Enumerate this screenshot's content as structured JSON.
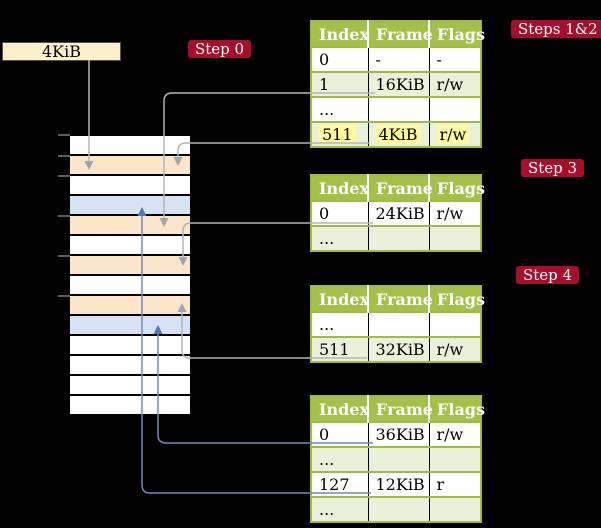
{
  "colors": {
    "background": "#000000",
    "table_header_bg": "#A3C14A",
    "table_border": "#9FBB40",
    "table_row_tint": "#EBF0DB",
    "highlight_yellow": "#FEF99E",
    "badge_red": "#A60E2B",
    "frame_box_cream": "#FBF0CE",
    "memory_pagetable_orange": "#FCE5C9",
    "memory_data_blue": "#D7E3F4",
    "connector_gray": "#B3B6B9",
    "connector_blue": "#6B8CC0"
  },
  "frame_box": {
    "label": "4KiB"
  },
  "badges": [
    {
      "id": "step0",
      "label": "Step 0"
    },
    {
      "id": "steps12",
      "label": "Steps 1&2"
    },
    {
      "id": "step3",
      "label": "Step 3"
    },
    {
      "id": "step4",
      "label": "Step 4"
    }
  ],
  "tables": [
    {
      "name": "page-directory-table",
      "headers": [
        "Index",
        "Frame",
        "Flags"
      ],
      "rows": [
        {
          "cells": [
            "0",
            "-",
            "-"
          ],
          "tint": false,
          "highlight": false
        },
        {
          "cells": [
            "1",
            "16KiB",
            "r/w"
          ],
          "tint": true,
          "highlight": false
        },
        {
          "cells": [
            "...",
            "",
            ""
          ],
          "tint": false,
          "highlight": false
        },
        {
          "cells": [
            "511",
            "4KiB",
            "r/w"
          ],
          "tint": true,
          "highlight": true
        }
      ]
    },
    {
      "name": "page-table-step3",
      "headers": [
        "Index",
        "Frame",
        "Flags"
      ],
      "rows": [
        {
          "cells": [
            "0",
            "24KiB",
            "r/w"
          ],
          "tint": false,
          "highlight": false
        },
        {
          "cells": [
            "...",
            "",
            ""
          ],
          "tint": true,
          "highlight": false
        }
      ]
    },
    {
      "name": "page-table-step4",
      "headers": [
        "Index",
        "Frame",
        "Flags"
      ],
      "rows": [
        {
          "cells": [
            "...",
            "",
            ""
          ],
          "tint": false,
          "highlight": false
        },
        {
          "cells": [
            "511",
            "32KiB",
            "r/w"
          ],
          "tint": true,
          "highlight": false
        }
      ]
    },
    {
      "name": "page-table-last",
      "headers": [
        "Index",
        "Frame",
        "Flags"
      ],
      "rows": [
        {
          "cells": [
            "0",
            "36KiB",
            "r/w"
          ],
          "tint": false,
          "highlight": false
        },
        {
          "cells": [
            "...",
            "",
            ""
          ],
          "tint": true,
          "highlight": false
        },
        {
          "cells": [
            "127",
            "12KiB",
            "r"
          ],
          "tint": false,
          "highlight": false
        },
        {
          "cells": [
            "...",
            "",
            ""
          ],
          "tint": true,
          "highlight": false
        }
      ]
    }
  ],
  "memory_strip": {
    "rows": [
      "white",
      "pagetable",
      "white",
      "data",
      "pagetable",
      "white",
      "pagetable",
      "white",
      "pagetable",
      "data",
      "white",
      "white",
      "white",
      "white"
    ]
  }
}
